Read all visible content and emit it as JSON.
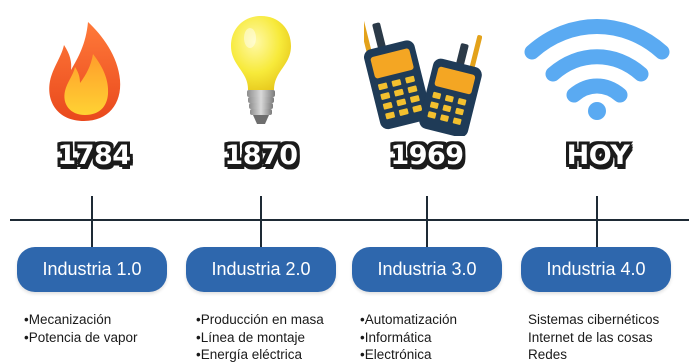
{
  "colors": {
    "pill": "#2e67ad",
    "axis": "#1e2a35",
    "year_outline": "#1b1b1b",
    "flame": "#f25a1f",
    "bulb": "#f5e52e",
    "radio": "#1f3b57",
    "wifi": "#5aaaf2"
  },
  "timeline": [
    {
      "icon": "flame-icon",
      "year": "1784",
      "label": "Industria 1.0",
      "items": [
        "•Mecanización",
        "•Potencia de vapor"
      ]
    },
    {
      "icon": "lightbulb-icon",
      "year": "1870",
      "label": "Industria 2.0",
      "items": [
        "•Producción en masa",
        "•Línea de montaje",
        "•Energía eléctrica"
      ]
    },
    {
      "icon": "walkie-talkie-icon",
      "year": "1969",
      "label": "Industria 3.0",
      "items": [
        "•Automatización",
        "•Informática",
        "•Electrónica"
      ]
    },
    {
      "icon": "wifi-icon",
      "year": "HOY",
      "label": "Industria 4.0",
      "items": [
        "Sistemas cibernéticos",
        "Internet de las cosas",
        "Redes"
      ]
    }
  ]
}
